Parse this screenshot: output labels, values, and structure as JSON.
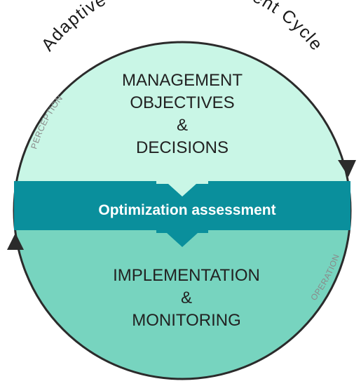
{
  "title": "Adaptive Water Management Cycle",
  "top_section": {
    "lines": [
      "MANAGEMENT",
      "OBJECTIVES",
      "&",
      "DECISIONS"
    ]
  },
  "band": {
    "label": "Optimization assessment"
  },
  "bottom_section": {
    "lines": [
      "IMPLEMENTATION",
      "&",
      "MONITORING"
    ]
  },
  "left_label": "PERCEPTION",
  "right_label": "OPERATION",
  "colors": {
    "top_fill": "#c9f6e6",
    "bottom_fill": "#77d4bf",
    "band": "#0a8f9c",
    "arrow_light": "#c9f6e6",
    "arrow_dark": "#0a8f9c",
    "outline": "#2b2b2b"
  }
}
